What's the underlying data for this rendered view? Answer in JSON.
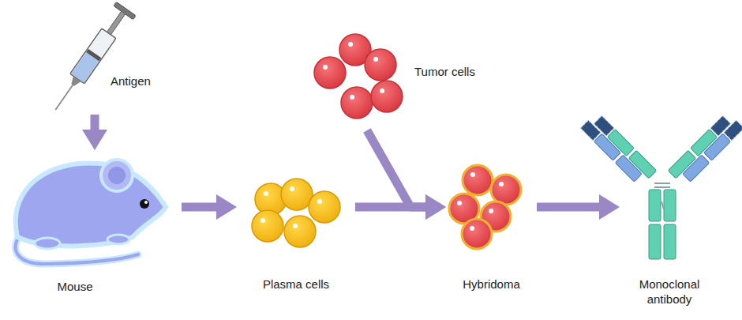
{
  "diagram": {
    "nodes": [
      {
        "text": [
          "Antigen"
        ]
      },
      {
        "text": [
          "Mouse"
        ]
      },
      {
        "text": [
          "Plasma cells"
        ]
      },
      {
        "text": [
          "Tumor cells"
        ]
      },
      {
        "text": [
          "Hybridoma"
        ]
      },
      {
        "text": [
          "Monoclonal antibody"
        ]
      }
    ],
    "edges": [
      {
        "from": 0,
        "to": 1,
        "arrow": "to"
      },
      {
        "from": 1,
        "to": 2,
        "arrow": "to"
      },
      {
        "from": 2,
        "to": 4,
        "arrow": "to"
      },
      {
        "from": 3,
        "to": 4,
        "arrow": "to"
      },
      {
        "from": 4,
        "to": 5,
        "arrow": "to"
      }
    ]
  }
}
